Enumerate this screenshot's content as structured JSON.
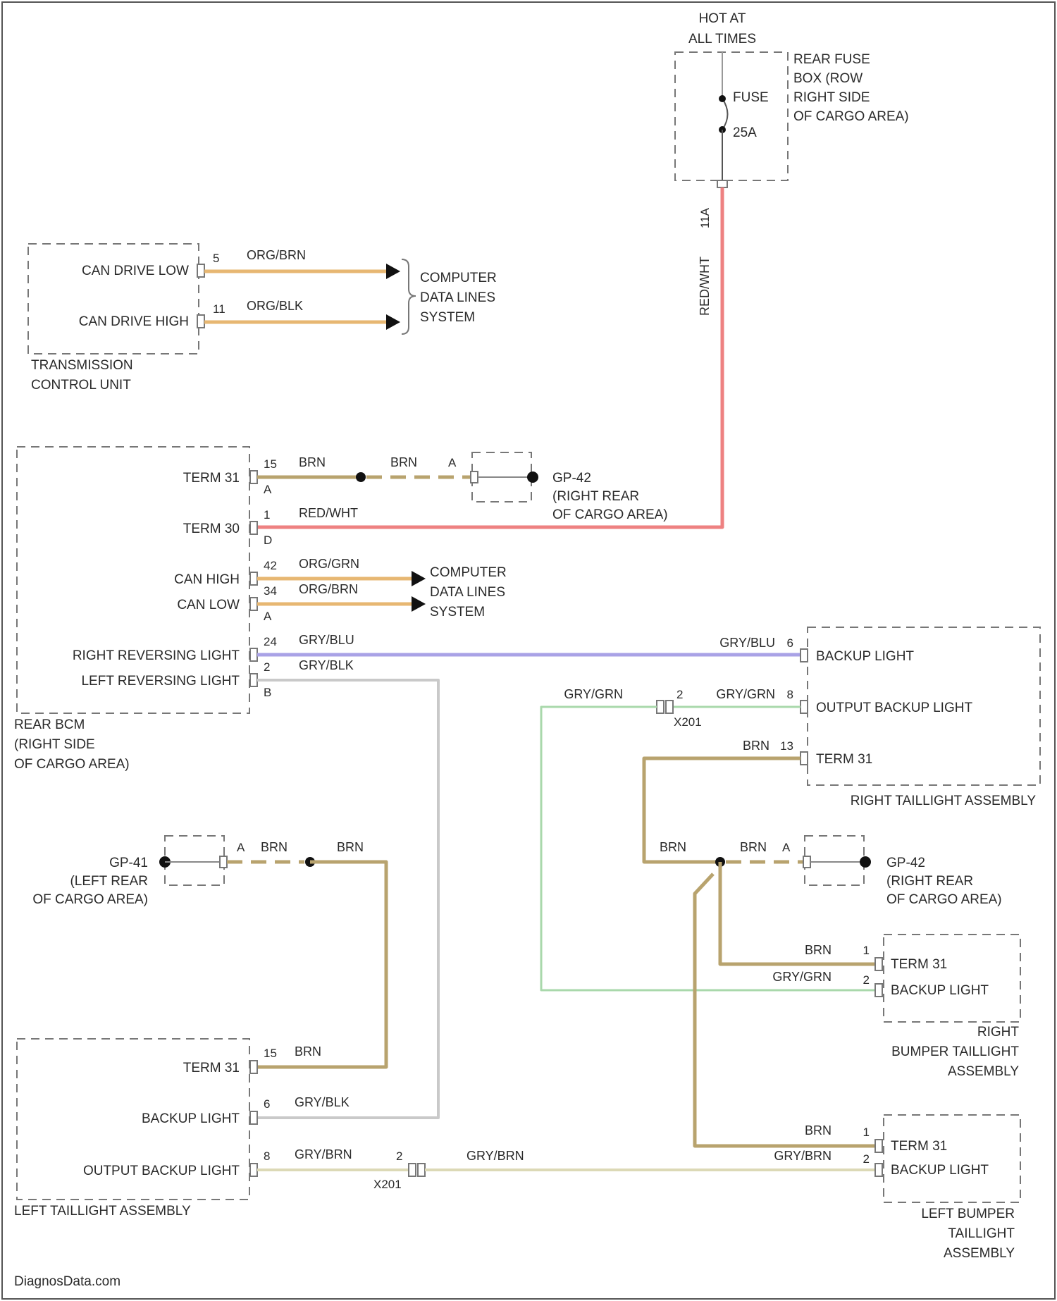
{
  "fuse_box": {
    "hot": [
      "HOT AT",
      "ALL TIMES"
    ],
    "name": [
      "REAR FUSE",
      "BOX (ROW",
      "RIGHT SIDE",
      "OF CARGO AREA)"
    ],
    "fuse": "FUSE",
    "rating": "25A",
    "pin": "11A",
    "wire": "RED/WHT"
  },
  "tcu": {
    "name": [
      "TRANSMISSION",
      "CONTROL UNIT"
    ],
    "pins": [
      {
        "label": "CAN DRIVE LOW",
        "pin": "5",
        "wire": "ORG/BRN"
      },
      {
        "label": "CAN DRIVE HIGH",
        "pin": "11",
        "wire": "ORG/BLK"
      }
    ],
    "dest": [
      "COMPUTER",
      "DATA LINES",
      "SYSTEM"
    ]
  },
  "bcm": {
    "name": [
      "REAR BCM",
      "(RIGHT SIDE",
      "OF CARGO AREA)"
    ],
    "pins": [
      {
        "label": "TERM 31",
        "pin": "15",
        "conn": "A",
        "wire": "BRN"
      },
      {
        "label": "TERM 30",
        "pin": "1",
        "conn": "D",
        "wire": "RED/WHT"
      },
      {
        "label": "CAN HIGH",
        "pin": "42",
        "conn": "",
        "wire": "ORG/GRN"
      },
      {
        "label": "CAN LOW",
        "pin": "34",
        "conn": "A",
        "wire": "ORG/BRN"
      },
      {
        "label": "RIGHT REVERSING LIGHT",
        "pin": "24",
        "conn": "",
        "wire": "GRY/BLU"
      },
      {
        "label": "LEFT REVERSING LIGHT",
        "pin": "2",
        "conn": "B",
        "wire": "GRY/BLK"
      }
    ],
    "dest": [
      "COMPUTER",
      "DATA LINES",
      "SYSTEM"
    ],
    "ground_wire": "BRN",
    "ground_pin": "A"
  },
  "gp42_top": {
    "name": [
      "GP-42",
      "(RIGHT REAR",
      "OF CARGO AREA)"
    ]
  },
  "right_taillight": {
    "name": "RIGHT TAILLIGHT ASSEMBLY",
    "pins": [
      {
        "label": "BACKUP LIGHT",
        "pin": "6",
        "wire": "GRY/BLU"
      },
      {
        "label": "OUTPUT BACKUP LIGHT",
        "pin": "8",
        "wire": "GRY/GRN"
      },
      {
        "label": "TERM 31",
        "pin": "13",
        "wire": "BRN"
      }
    ],
    "x201_wire": "GRY/GRN",
    "x201_pin": "2",
    "x201": "X201"
  },
  "gp42_bottom": {
    "name": [
      "GP-42",
      "(RIGHT REAR",
      "OF CARGO AREA)"
    ],
    "wire_a": "BRN",
    "wire_b": "BRN",
    "pin": "A"
  },
  "gp41": {
    "name": [
      "GP-41",
      "(LEFT REAR",
      "OF CARGO AREA)"
    ],
    "pin": "A",
    "wire_a": "BRN",
    "wire_b": "BRN"
  },
  "right_bumper": {
    "name": [
      "RIGHT",
      "BUMPER TAILLIGHT",
      "ASSEMBLY"
    ],
    "pins": [
      {
        "label": "TERM 31",
        "pin": "1",
        "wire": "BRN"
      },
      {
        "label": "BACKUP LIGHT",
        "pin": "2",
        "wire": "GRY/GRN"
      }
    ]
  },
  "left_taillight": {
    "name": "LEFT TAILLIGHT ASSEMBLY",
    "pins": [
      {
        "label": "TERM 31",
        "pin": "15",
        "wire": "BRN"
      },
      {
        "label": "BACKUP LIGHT",
        "pin": "6",
        "wire": "GRY/BLK"
      },
      {
        "label": "OUTPUT BACKUP LIGHT",
        "pin": "8",
        "wire": "GRY/BRN"
      }
    ],
    "x201_pin": "2",
    "x201": "X201",
    "x201_wire": "GRY/BRN"
  },
  "left_bumper": {
    "name": [
      "LEFT BUMPER",
      "TAILLIGHT",
      "ASSEMBLY"
    ],
    "pins": [
      {
        "label": "TERM 31",
        "pin": "1",
        "wire": "BRN"
      },
      {
        "label": "BACKUP LIGHT",
        "pin": "2",
        "wire": "GRY/BRN"
      }
    ]
  },
  "footer": "DiagnosData.com"
}
